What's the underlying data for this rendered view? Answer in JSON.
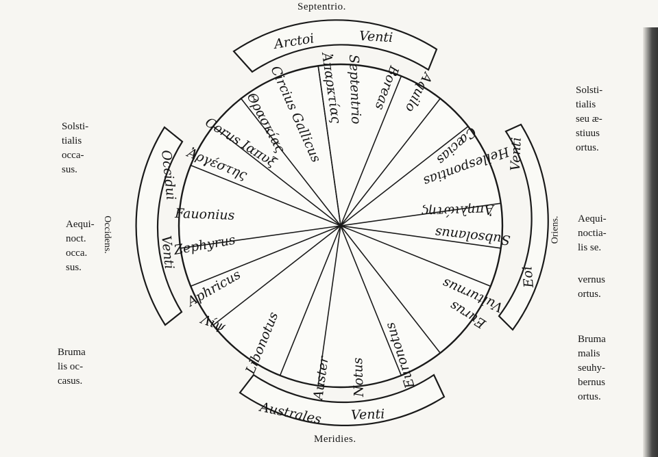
{
  "directions": {
    "north": "Septentrio.",
    "south": "Meridies.",
    "west": "Occidens.",
    "east": "Oriens."
  },
  "side_notes": {
    "left_top": "Solsti-\ntialis\nocca-\nsus.",
    "left_middle": "Aequi-\nnoct.\nocca.\nsus.",
    "left_bottom": "Bruma\nlis oc-\ncasus.",
    "right_top": "Solsti-\ntialis\nseu æ-\nstiuus\nortus.",
    "right_middle": "Aequi-\nnoctia-\nlis se.",
    "right_middle2": "vernus\nortus.",
    "right_bottom": "Bruma\nmalis\nseuhy-\nbernus\nortus."
  },
  "bands": {
    "north_left": "Arctoi",
    "north_right": "Venti",
    "east_top": "Venti",
    "east_bottom": "Eoi",
    "south_left": "Australes",
    "south_right": "Venti",
    "west_top": "Occidui",
    "west_bottom": "Venti"
  },
  "winds": {
    "septentrio": "Septentrio",
    "boreas": "Boreas",
    "aquilo": "Aquilo",
    "caecias": "Cæcias",
    "hellespontias": "Hellespontias",
    "aphelioten": "Ἀπηλιώτης",
    "subsolanus": "Subsolanus",
    "vulturnus": "Vulturnus",
    "eurus": "Eurus",
    "euronotus": "Euronotus",
    "notus": "Notus",
    "auster": "Auster",
    "libonotus": "Libonotus",
    "lips": "Λίψ",
    "aphricus": "Aphricus",
    "zephyrus": "Zephyrus",
    "favonius": "Fauonius",
    "argestes": "Ἀργέστης",
    "corus": "Corus Ιαπυξ",
    "thrascias": "Θρασκίας",
    "circius": "Circius Gallicus",
    "aparctias": "Ἀπαρκτίας"
  }
}
